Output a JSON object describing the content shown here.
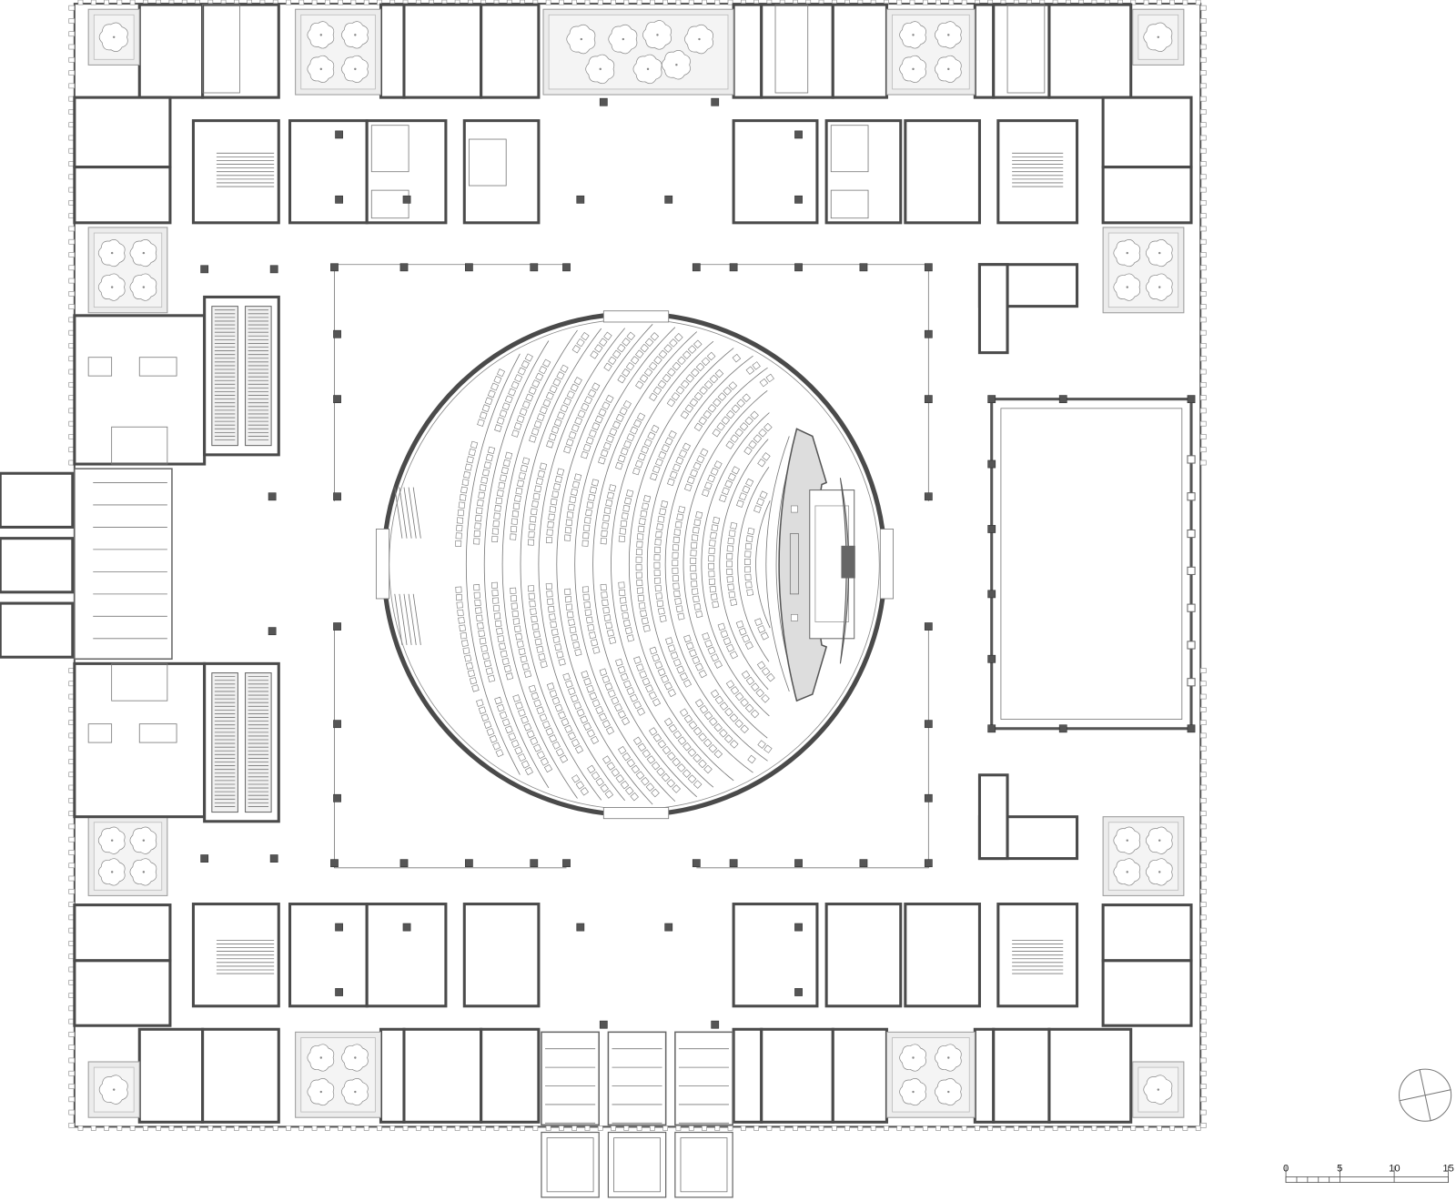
{
  "scale_bar": {
    "labels": [
      "0",
      "5",
      "10",
      "15"
    ],
    "unit_ticks": [
      0,
      1,
      2,
      3,
      4,
      5,
      10,
      15
    ]
  },
  "north_arrow": {
    "icon": "north-arrow-icon"
  },
  "colors": {
    "wall": "#4a4a4a",
    "planter": "#ececec",
    "line": "#777777"
  }
}
